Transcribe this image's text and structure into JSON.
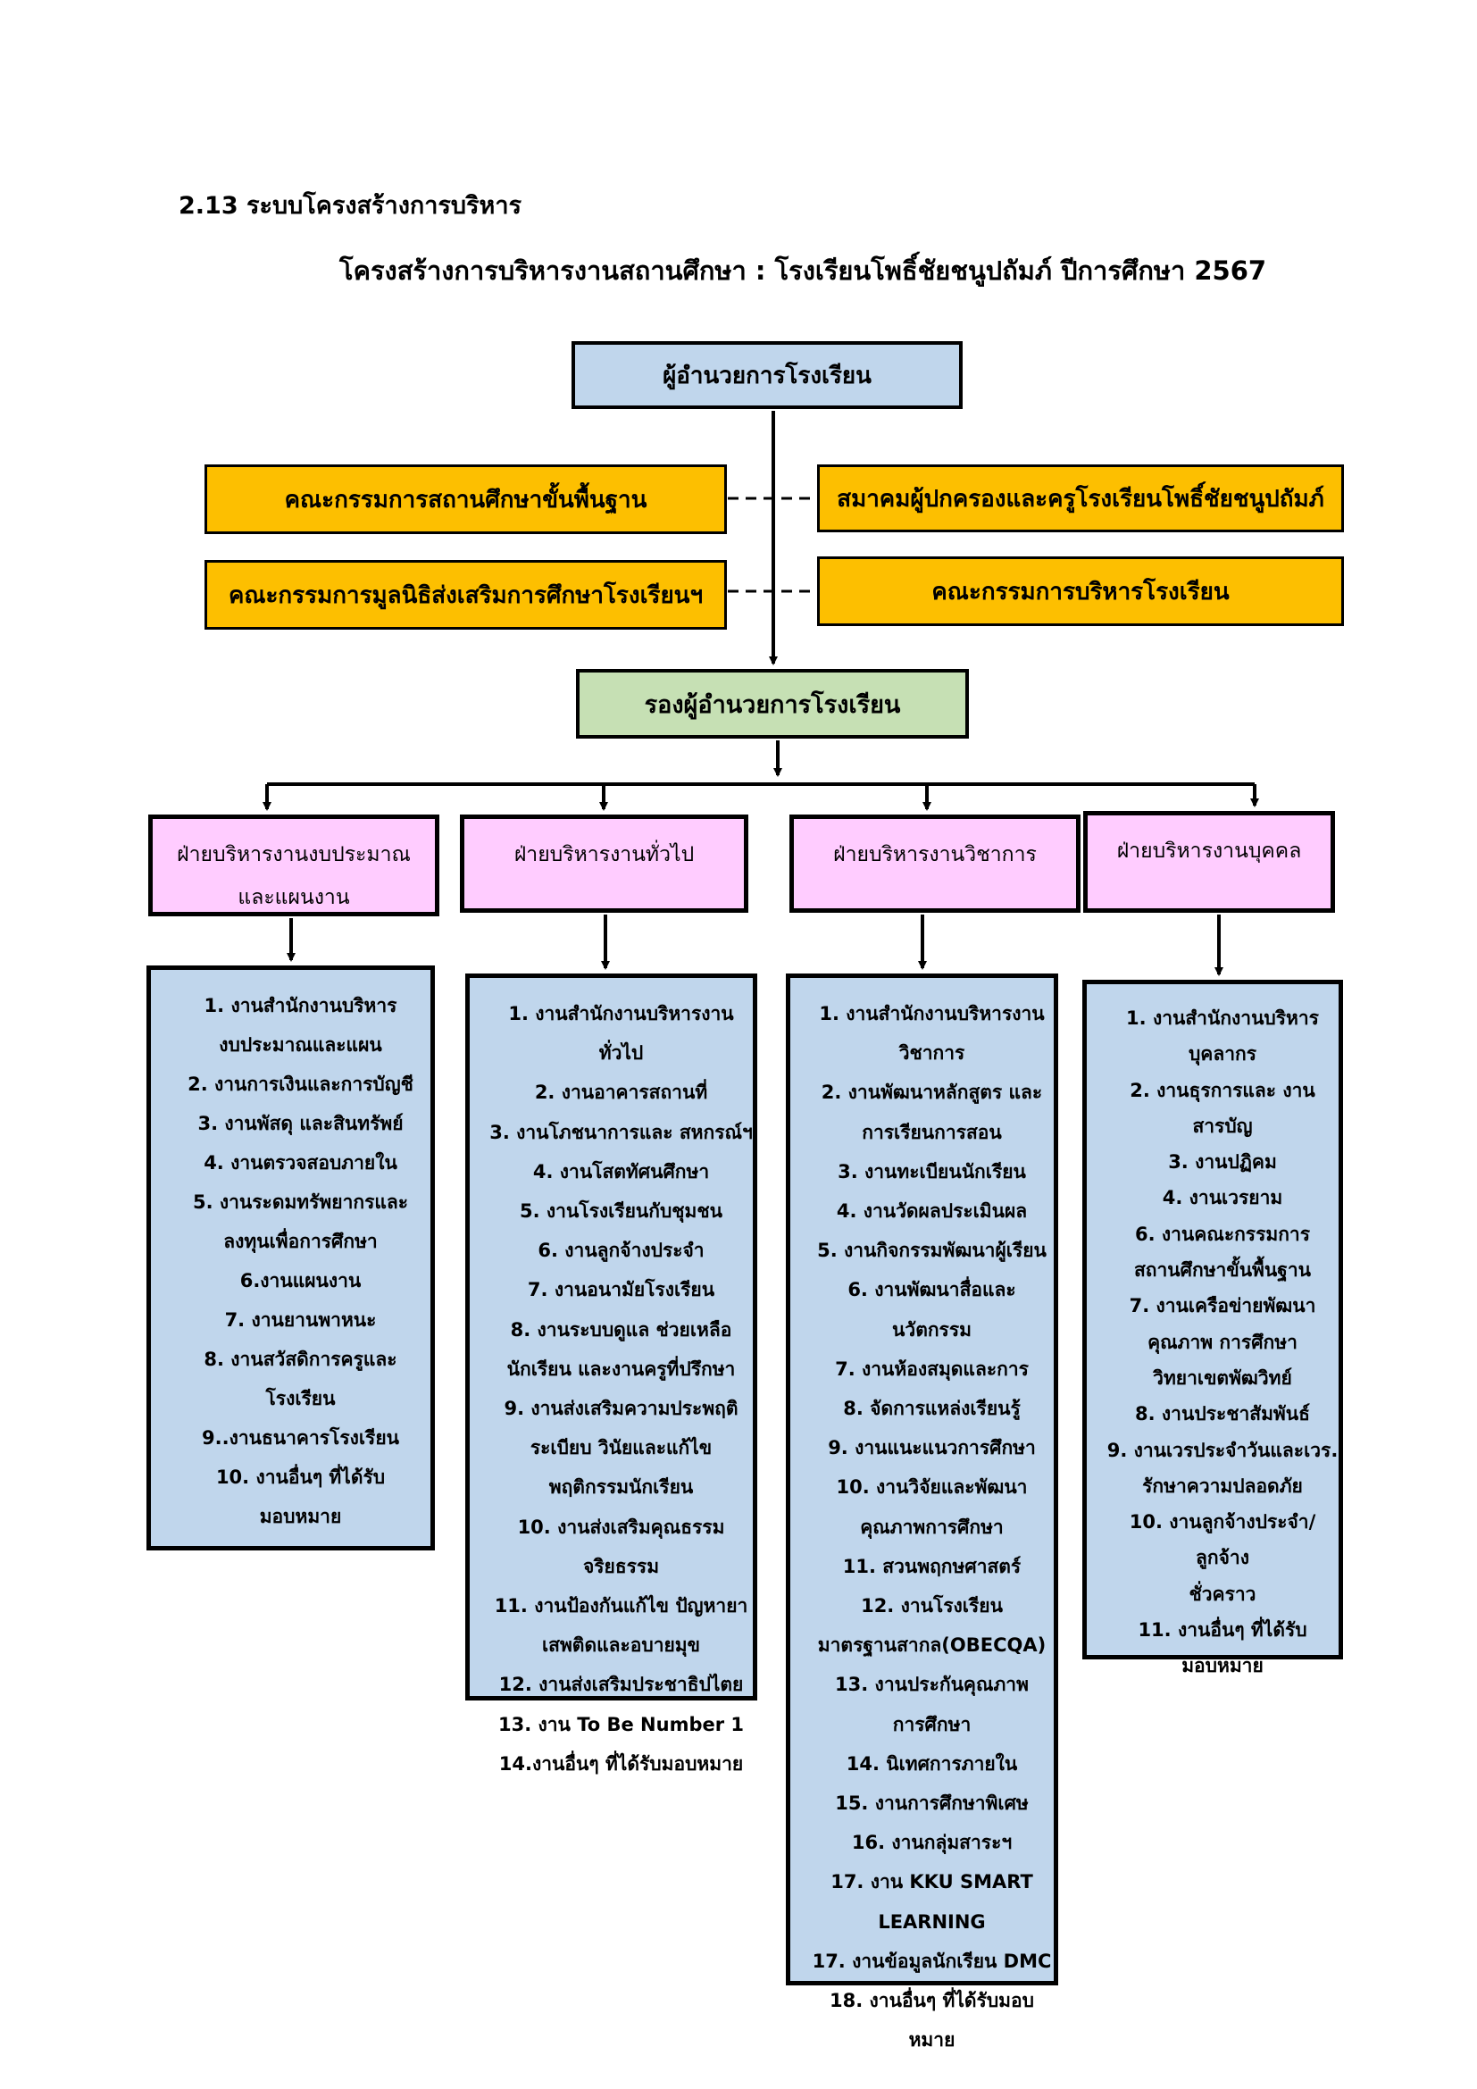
{
  "section_title": "2.13 ระบบโครงสร้างการบริหาร",
  "main_title": "โครงสร้างการบริหารงานสถานศึกษา : โรงเรียนโพธิ์ชัยชนูปถัมภ์ ปีการศึกษา 2567",
  "director": "ผู้อำนวยการโรงเรียน",
  "committees": {
    "basic_education_board": "คณะกรรมการสถานศึกษาขั้นพื้นฐาน",
    "foundation_committee": "คณะกรรมการมูลนิธิส่งเสริมการศึกษาโรงเรียนฯ",
    "parent_teacher_association": "สมาคมผู้ปกครองและครูโรงเรียนโพธิ์ชัยชนูปถัมภ์",
    "school_admin_committee": "คณะกรรมการบริหารโรงเรียน"
  },
  "deputy_director": "รองผู้อำนวยการโรงเรียน",
  "departments": [
    {
      "name": "ฝ่ายบริหารงานงบประมาณ\nและแผนงาน",
      "tasks": [
        "1. งานสำนักงานบริหาร\nงบประมาณและแผน",
        "2. งานการเงินและการบัญชี",
        "3. งานพัสดุ และสินทรัพย์",
        "4. งานตรวจสอบภายใน",
        "5. งานระดมทรัพยากรและ\n    ลงทุนเพื่อการศึกษา",
        "6.งานแผนงาน",
        "7. งานยานพาหนะ",
        "8. งานสวัสดิการครูและโรงเรียน",
        "9..งานธนาคารโรงเรียน",
        "10. งานอื่นๆ ที่ได้รับ\nมอบหมาย"
      ]
    },
    {
      "name": "ฝ่ายบริหารงานทั่วไป",
      "tasks": [
        "1. งานสำนักงานบริหารงานทั่วไป",
        "2. งานอาคารสถานที่",
        "3. งานโภชนาการและ สหกรณ์ฯ",
        "4. งานโสตทัศนศึกษา",
        "5. งานโรงเรียนกับชุมชน",
        "6. งานลูกจ้างประจำ",
        "7. งานอนามัยโรงเรียน",
        "8. งานระบบดูแล ช่วยเหลือ\nนักเรียน และงานครูที่ปรึกษา",
        "9. งานส่งเสริมความประพฤติ\nระเบียบ วินัยและแก้ไข\nพฤติกรรมนักเรียน",
        "10. งานส่งเสริมคุณธรรมจริยธรรม",
        "11. งานป้องกันแก้ไข  ปัญหายา\nเสพติดและอบายมุข",
        "12. งานส่งเสริมประชาธิปไตย",
        "13. งาน To Be Number 1",
        "14.งานอื่นๆ ที่ได้รับมอบหมาย"
      ]
    },
    {
      "name": "ฝ่ายบริหารงานวิชาการ",
      "tasks": [
        "1. งานสำนักงานบริหารงาน\nวิชาการ",
        "2. งานพัฒนาหลักสูตร และ\nการเรียนการสอน",
        "3. งานทะเบียนนักเรียน",
        "4. งานวัดผลประเมินผล",
        "5. งานกิจกรรมพัฒนาผู้เรียน",
        "6. งานพัฒนาสื่อและนวัตกรรม",
        "7. งานห้องสมุดและการ",
        "8.   จัดการแหล่งเรียนรู้",
        "9. งานแนะแนวการศึกษา",
        "10. งานวิจัยและพัฒนา\n    คุณภาพการศึกษา",
        "11. สวนพฤกษศาสตร์",
        "12. งานโรงเรียน\nมาตรฐานสากล(OBECQA)",
        "13. งานประกันคุณภาพ\nการศึกษา",
        "14. นิเทศการภายใน",
        "15. งานการศึกษาพิเศษ",
        "16. งานกลุ่มสาระฯ",
        "17. งาน KKU SMART\nLEARNING",
        "17. งานข้อมูลนักเรียน DMC",
        "18. งานอื่นๆ ที่ได้รับมอบหมาย"
      ]
    },
    {
      "name": "ฝ่ายบริหารงานบุคคล",
      "tasks": [
        "1. งานสำนักงานบริหาร\nบุคลากร",
        "2. งานธุรการและ งานสารบัญ",
        "3. งานปฏิคม",
        "4. งานเวรยาม",
        "6. งานคณะกรรมการ\nสถานศึกษาขั้นพื้นฐาน",
        "7. งานเครือข่ายพัฒนา\nคุณภาพ การศึกษา\n วิทยาเขตพัฒวิทย์",
        "8.  งานประชาสัมพันธ์",
        "9. งานเวรประจำวันและเวร.\n    รักษาความปลอดภัย",
        "10. งานลูกจ้างประจำ/ลูกจ้าง\nชั่วคราว",
        "11. งานอื่นๆ ที่ได้รับ\n    มอบหมาย"
      ]
    }
  ]
}
